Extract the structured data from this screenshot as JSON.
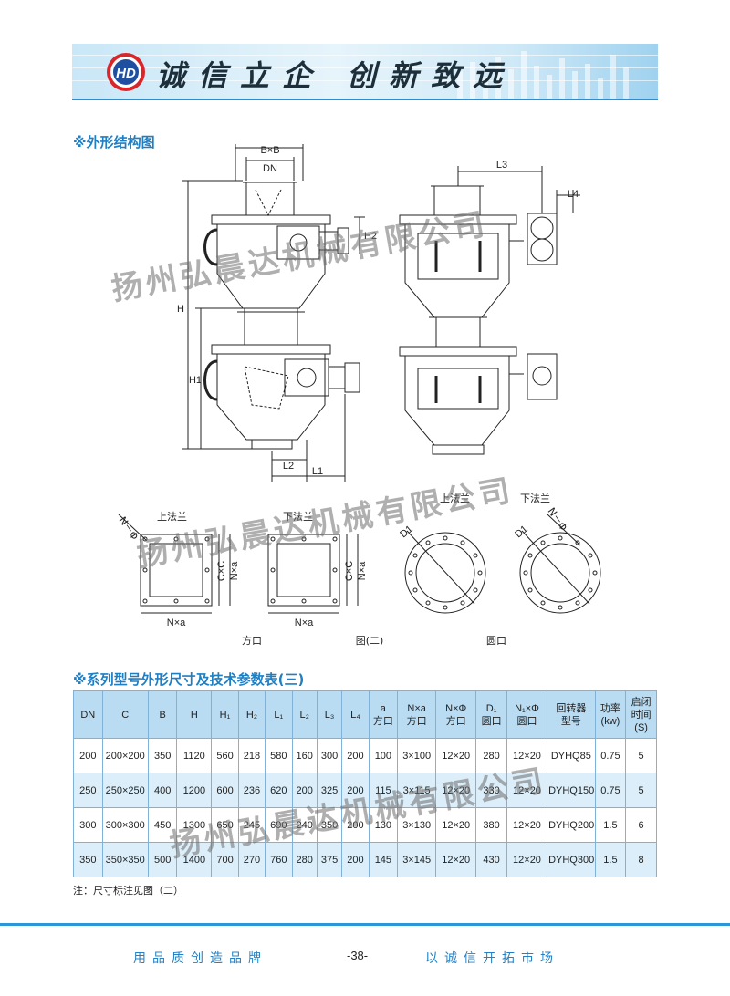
{
  "header": {
    "logo_text": "HD",
    "slogan": "诚信立企  创新致远"
  },
  "sections": {
    "structure_title": "※外形结构图",
    "table_title": "※系列型号外形尺寸及技术参数表(三)"
  },
  "drawing_labels": {
    "bxb": "B×B",
    "dn": "DN",
    "h": "H",
    "h1": "H1",
    "h2": "H2",
    "l1": "L1",
    "l2": "L2",
    "l3": "L3",
    "l4": "L4",
    "upper_flange": "上法兰",
    "lower_flange": "下法兰",
    "n_phi": "N－Φ",
    "cxc": "C×C",
    "nxa": "N×a",
    "d1": "D1",
    "caption_square": "方口",
    "caption_fig": "图(二)",
    "caption_round": "圆口"
  },
  "table": {
    "headers": [
      {
        "line1": "DN",
        "line2": ""
      },
      {
        "line1": "C",
        "line2": ""
      },
      {
        "line1": "B",
        "line2": ""
      },
      {
        "line1": "H",
        "line2": ""
      },
      {
        "line1": "H₁",
        "line2": ""
      },
      {
        "line1": "H₂",
        "line2": ""
      },
      {
        "line1": "L₁",
        "line2": ""
      },
      {
        "line1": "L₂",
        "line2": ""
      },
      {
        "line1": "L₃",
        "line2": ""
      },
      {
        "line1": "L₄",
        "line2": ""
      },
      {
        "line1": "a",
        "line2": "方口"
      },
      {
        "line1": "N×a",
        "line2": "方口"
      },
      {
        "line1": "N×Φ",
        "line2": "方口"
      },
      {
        "line1": "D₁",
        "line2": "圆口"
      },
      {
        "line1": "N₁×Φ",
        "line2": "圆口"
      },
      {
        "line1": "回转器",
        "line2": "型号"
      },
      {
        "line1": "功率",
        "line2": "(kw)"
      },
      {
        "line1": "启闭时间",
        "line2": "(S)"
      }
    ],
    "rows": [
      [
        "200",
        "200×200",
        "350",
        "1120",
        "560",
        "218",
        "580",
        "160",
        "300",
        "200",
        "100",
        "3×100",
        "12×20",
        "280",
        "12×20",
        "DYHQ85",
        "0.75",
        "5"
      ],
      [
        "250",
        "250×250",
        "400",
        "1200",
        "600",
        "236",
        "620",
        "200",
        "325",
        "200",
        "115",
        "3×115",
        "12×20",
        "330",
        "12×20",
        "DYHQ150",
        "0.75",
        "5"
      ],
      [
        "300",
        "300×300",
        "450",
        "1300",
        "650",
        "245",
        "690",
        "240",
        "350",
        "200",
        "130",
        "3×130",
        "12×20",
        "380",
        "12×20",
        "DYHQ200",
        "1.5",
        "6"
      ],
      [
        "350",
        "350×350",
        "500",
        "1400",
        "700",
        "270",
        "760",
        "280",
        "375",
        "200",
        "145",
        "3×145",
        "12×20",
        "430",
        "12×20",
        "DYHQ300",
        "1.5",
        "8"
      ]
    ]
  },
  "note": "注：尺寸标注见图（二）",
  "footer": {
    "left": "用品质创造品牌",
    "page": "-38-",
    "right": "以诚信开拓市场"
  },
  "watermark": "扬州弘晨达机械有限公司",
  "colors": {
    "accent": "#1f7fc4",
    "table_header": "#b9dcf2",
    "table_stripe": "#dbeef9",
    "footer_line": "#2b97d8"
  }
}
